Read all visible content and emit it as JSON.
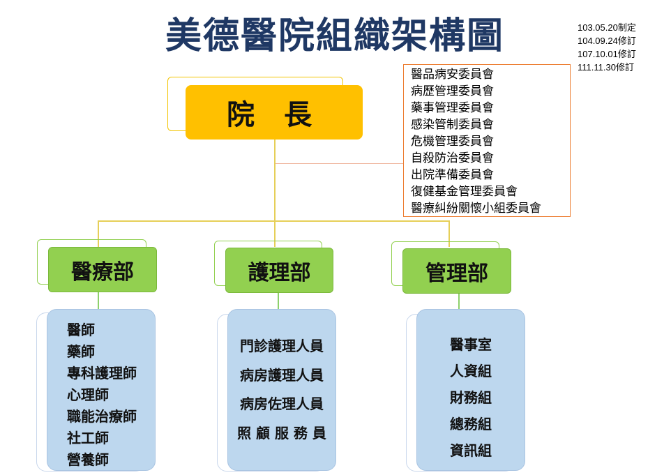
{
  "title": "美德醫院組織架構圖",
  "revisions": [
    "103.05.20制定",
    "104.09.24修訂",
    "107.10.01修訂",
    "111.11.30修訂"
  ],
  "president": "院 長",
  "committees": [
    "醫品病安委員會",
    "病歷管理委員會",
    "藥事管理委員會",
    "感染管制委員會",
    "危機管理委員會",
    "自殺防治委員會",
    "出院準備委員會",
    "復健基金管理委員會",
    "醫療糾紛關懷小組委員會"
  ],
  "departments": {
    "medical": {
      "name": "醫療部",
      "staff": [
        "醫師",
        "藥師",
        "專科護理師",
        "心理師",
        "職能治療師",
        "社工師",
        "營養師"
      ]
    },
    "nursing": {
      "name": "護理部",
      "staff": [
        "門診護理人員",
        "病房護理人員",
        "病房佐理人員",
        "照 顧 服 務 員"
      ]
    },
    "admin": {
      "name": "管理部",
      "staff": [
        "醫事室",
        "人資組",
        "財務組",
        "總務組",
        "資訊組"
      ]
    }
  },
  "colors": {
    "title": "#1f3864",
    "president": "#ffc000",
    "department": "#92d050",
    "staff": "#bdd7ee",
    "committee_border": "#ed7d31"
  }
}
